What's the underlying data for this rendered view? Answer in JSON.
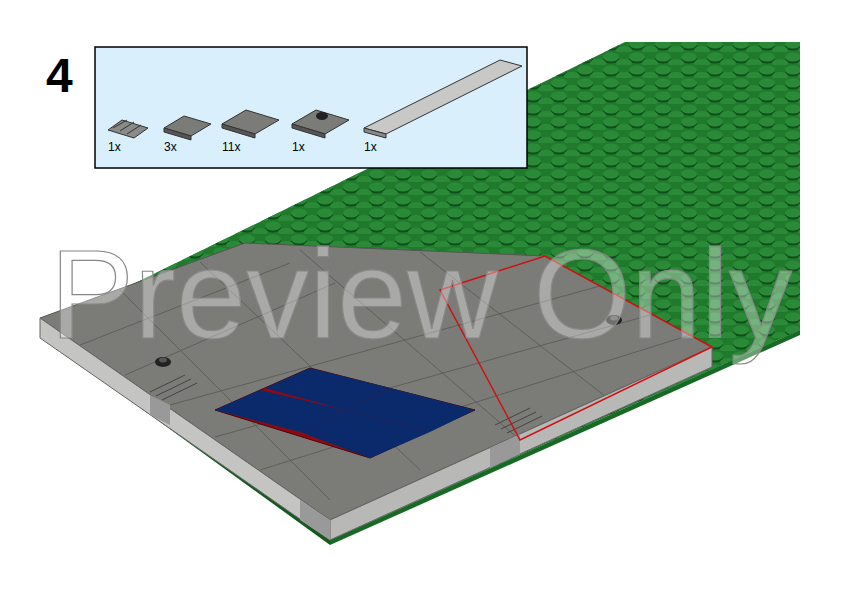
{
  "diagram": {
    "nodes": [
      {
        "text": [
          "1x",
          "3x",
          "11x",
          "1x",
          "1x"
        ]
      }
    ],
    "labels": [
      "4",
      "Preview Only"
    ]
  }
}
